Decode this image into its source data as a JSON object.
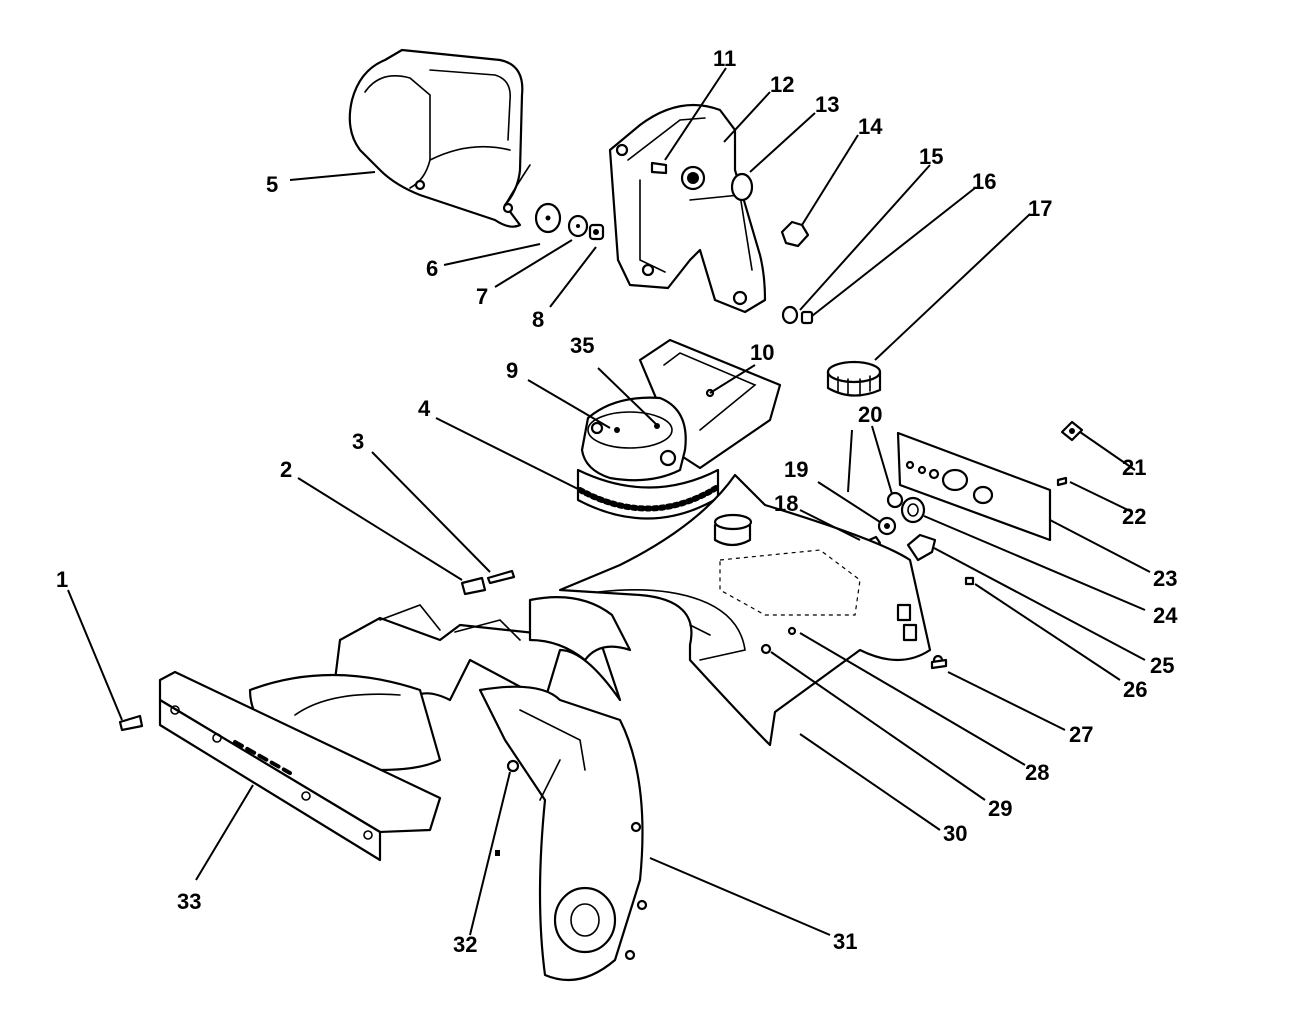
{
  "callouts": [
    {
      "id": "1",
      "label": "1"
    },
    {
      "id": "2",
      "label": "2"
    },
    {
      "id": "3",
      "label": "3"
    },
    {
      "id": "4",
      "label": "4"
    },
    {
      "id": "5",
      "label": "5"
    },
    {
      "id": "6",
      "label": "6"
    },
    {
      "id": "7",
      "label": "7"
    },
    {
      "id": "8",
      "label": "8"
    },
    {
      "id": "9",
      "label": "9"
    },
    {
      "id": "10",
      "label": "10"
    },
    {
      "id": "11",
      "label": "11"
    },
    {
      "id": "12",
      "label": "12"
    },
    {
      "id": "13",
      "label": "13"
    },
    {
      "id": "14",
      "label": "14"
    },
    {
      "id": "15",
      "label": "15"
    },
    {
      "id": "16",
      "label": "16"
    },
    {
      "id": "17",
      "label": "17"
    },
    {
      "id": "18",
      "label": "18"
    },
    {
      "id": "19",
      "label": "19"
    },
    {
      "id": "20",
      "label": "20"
    },
    {
      "id": "21",
      "label": "21"
    },
    {
      "id": "22",
      "label": "22"
    },
    {
      "id": "23",
      "label": "23"
    },
    {
      "id": "24",
      "label": "24"
    },
    {
      "id": "25",
      "label": "25"
    },
    {
      "id": "26",
      "label": "26"
    },
    {
      "id": "27",
      "label": "27"
    },
    {
      "id": "28",
      "label": "28"
    },
    {
      "id": "29",
      "label": "29"
    },
    {
      "id": "30",
      "label": "30"
    },
    {
      "id": "31",
      "label": "31"
    },
    {
      "id": "32",
      "label": "32"
    },
    {
      "id": "33",
      "label": "33"
    },
    {
      "id": "35",
      "label": "35"
    }
  ]
}
